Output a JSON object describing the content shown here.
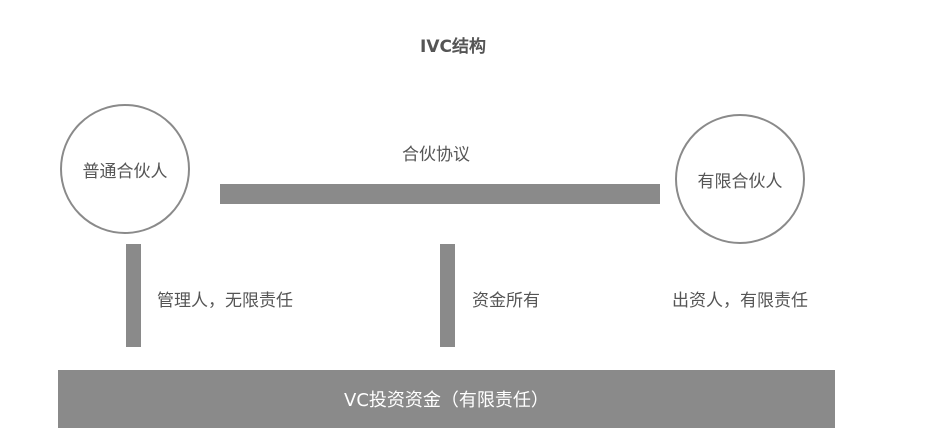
{
  "title": "IVC结构",
  "general_partner": "普通合伙人",
  "limited_partner": "有限合伙人",
  "agreement": "合伙协议",
  "gp_role": "管理人，无限责任",
  "fund_ownership": "资金所有",
  "lp_role": "出资人，有限责任",
  "fund": "VC投资资金（有限责任）",
  "colors": {
    "bar": "#8a8a8a",
    "text": "#555555"
  }
}
